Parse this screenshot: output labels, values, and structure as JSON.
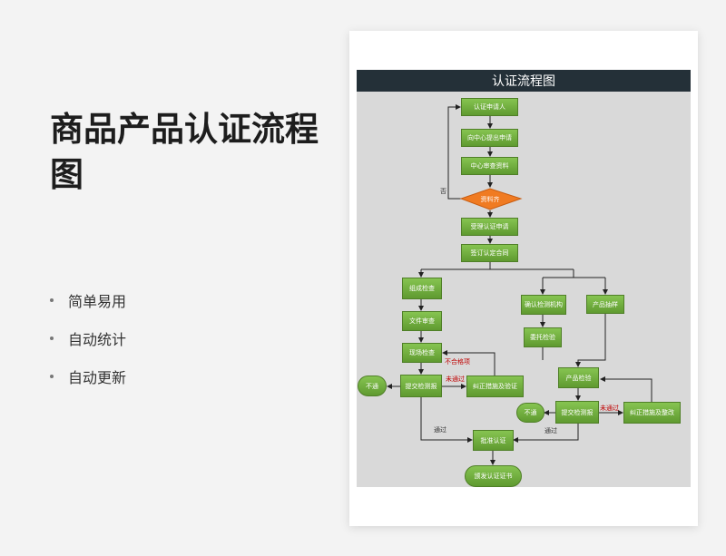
{
  "page": {
    "title": "商品产品认证流程图",
    "features": [
      "简单易用",
      "自动统计",
      "自动更新"
    ]
  },
  "document": {
    "heading": "认证流程图",
    "nodes": {
      "n1": "认证申请人",
      "n2": "向中心提出申请",
      "n3": "中心审查资料",
      "n4": "资料齐",
      "n5": "受理认证申请",
      "n6": "签订认定合同",
      "n7": "组成检查",
      "n8": "文件审查",
      "n9": "现场检查",
      "n10": "提交检测报",
      "n11": "纠正措施及验证",
      "n12": "不通",
      "n13": "确认检测机构",
      "n14": "产品抽样",
      "n15": "委托检验",
      "n16": "产品检验",
      "n17": "提交检测报",
      "n18": "纠正措施及整改",
      "n19": "不通",
      "n20": "批准认证",
      "n21": "颁发认证证书"
    },
    "edge_labels": {
      "no": "否",
      "nonconform": "不合格项",
      "failed_left": "未通过",
      "failed_right": "未通过",
      "passed_left": "通过",
      "passed_right": "通过"
    }
  }
}
